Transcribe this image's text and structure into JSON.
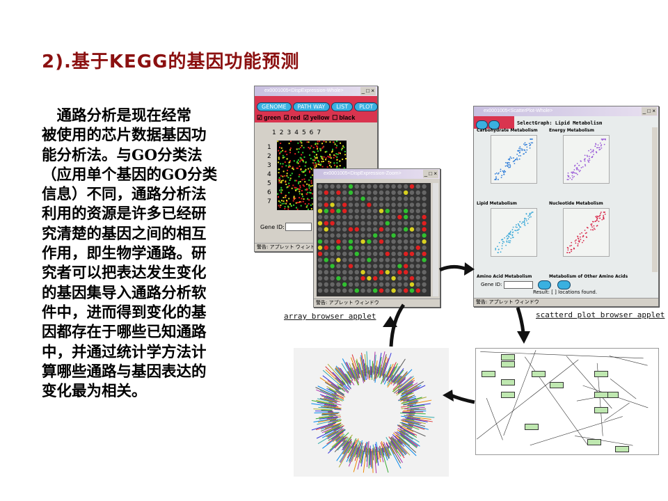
{
  "title": "2).基于KEGG的基因功能预测",
  "body_lines": [
    "　通路分析是现在经常",
    "被使用的芯片数据基因功",
    "能分析法。与GO分类法",
    "（应用单个基因的GO分类",
    "信息）不同，通路分析法",
    "利用的资源是许多已经研",
    "究清楚的基因之间的相互",
    "作用，即生物学通路。研",
    "究者可以把表达发生变化",
    "的基因集导入通路分析软",
    "件中，进而得到变化的基",
    "因都存在于哪些已知通路",
    "中，并通过统计学方法计",
    "算哪些通路与基因表达的",
    "变化最为相关。"
  ],
  "array_window": {
    "title": "ex0001005<DispExpression-Whole>",
    "buttons": [
      "GENOME",
      "PATH WAY",
      "LIST",
      "PLOT"
    ],
    "checkboxes": [
      "green",
      "red",
      "yellow",
      "black"
    ],
    "col_labels": [
      "1",
      "2",
      "3",
      "4",
      "5",
      "6",
      "7"
    ],
    "row_labels": [
      "1",
      "2",
      "3",
      "4",
      "5",
      "6",
      "7"
    ],
    "gene_id_label": "Gene ID:",
    "status": "警告: アプレット ウィンドウ"
  },
  "zoom_window": {
    "title": "ex0001005<DispExpression-Zoom>",
    "status": "警告: アプレット ウィンドウ"
  },
  "scatter_window": {
    "title": "ex0001005<ScatterPlot-Whole>",
    "select_graph": "SelectGraph: Lipid Metabolism",
    "plots": [
      "Carbohydrate Metabolism",
      "Energy Metabolism",
      "Lipid Metabolism",
      "Nucleotide Metabolism"
    ],
    "bottom_labels": [
      "Amino Acid Metabolism",
      "Metabolism of Other Amino Acids"
    ],
    "gene_id_label": "Gene ID:",
    "result": "Result: [     ] locations found.",
    "status": "警告: アプレット ウィンドウ"
  },
  "captions": {
    "array": "array browser applet",
    "scatter": "scatterd plot browser applet"
  }
}
